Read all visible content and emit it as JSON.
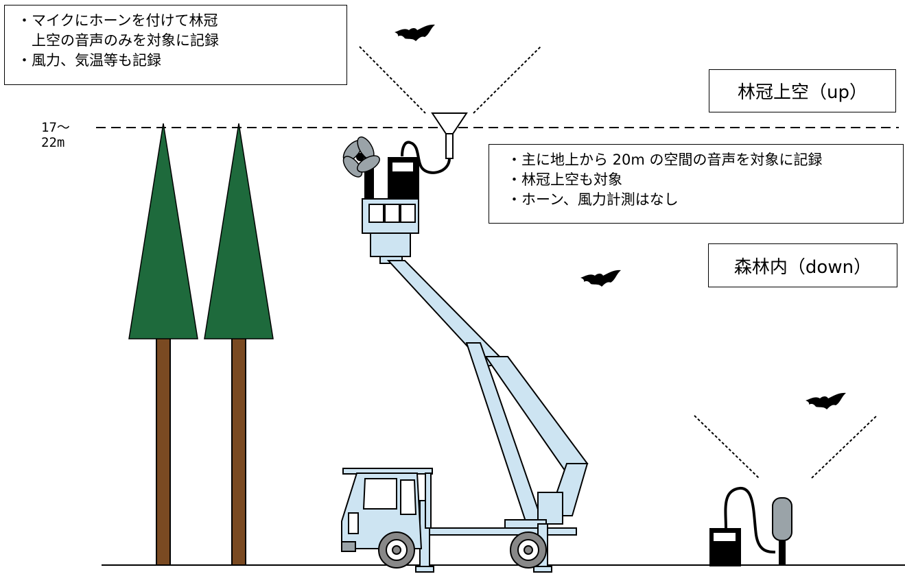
{
  "top_note": {
    "lines": [
      "・マイクにホーンを付けて林冠",
      "　上空の音声のみを対象に記録",
      "・風力、気温等も記録"
    ]
  },
  "canopy_label": "林冠上空（up）",
  "forest_label": "森林内（down）",
  "height_label": {
    "line1": "17～",
    "line2": "22m"
  },
  "mid_note": {
    "lines": [
      "・主に地上から 20m の空間の音声を対象に記録",
      "・林冠上空も対象",
      "・ホーン、風力計測はなし"
    ]
  },
  "colors": {
    "tree_foliage": "#1e6a3c",
    "tree_trunk": "#7a4a22",
    "truck_body": "#cde4f2",
    "outline": "#000000"
  },
  "icons": [
    "bat-icon",
    "tree-icon",
    "microphone-horn-icon",
    "anemometer-icon",
    "recorder-icon",
    "bucket-truck-icon",
    "ground-microphone-icon"
  ]
}
